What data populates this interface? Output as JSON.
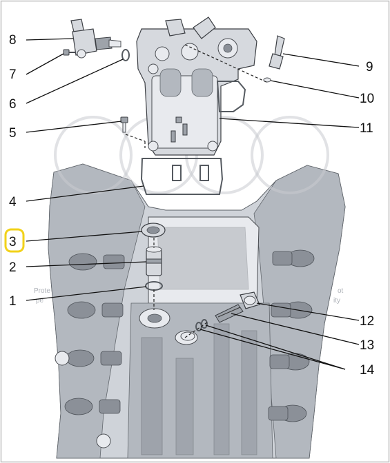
{
  "callouts": [
    {
      "id": "1",
      "label": "1"
    },
    {
      "id": "2",
      "label": "2"
    },
    {
      "id": "3",
      "label": "3"
    },
    {
      "id": "4",
      "label": "4"
    },
    {
      "id": "5",
      "label": "5"
    },
    {
      "id": "6",
      "label": "6"
    },
    {
      "id": "7",
      "label": "7"
    },
    {
      "id": "8",
      "label": "8"
    },
    {
      "id": "9",
      "label": "9"
    },
    {
      "id": "10",
      "label": "10"
    },
    {
      "id": "11",
      "label": "11"
    },
    {
      "id": "12",
      "label": "12"
    },
    {
      "id": "13",
      "label": "13"
    },
    {
      "id": "14",
      "label": "14"
    }
  ],
  "highlighted_callout": "3",
  "watermark_text": {
    "left": "Prote",
    "left_second": "pe",
    "right": "ot",
    "right_second": "ity"
  },
  "colors": {
    "highlight": "#f2d21a",
    "border": "#bfbfbf",
    "line": "#111111"
  }
}
